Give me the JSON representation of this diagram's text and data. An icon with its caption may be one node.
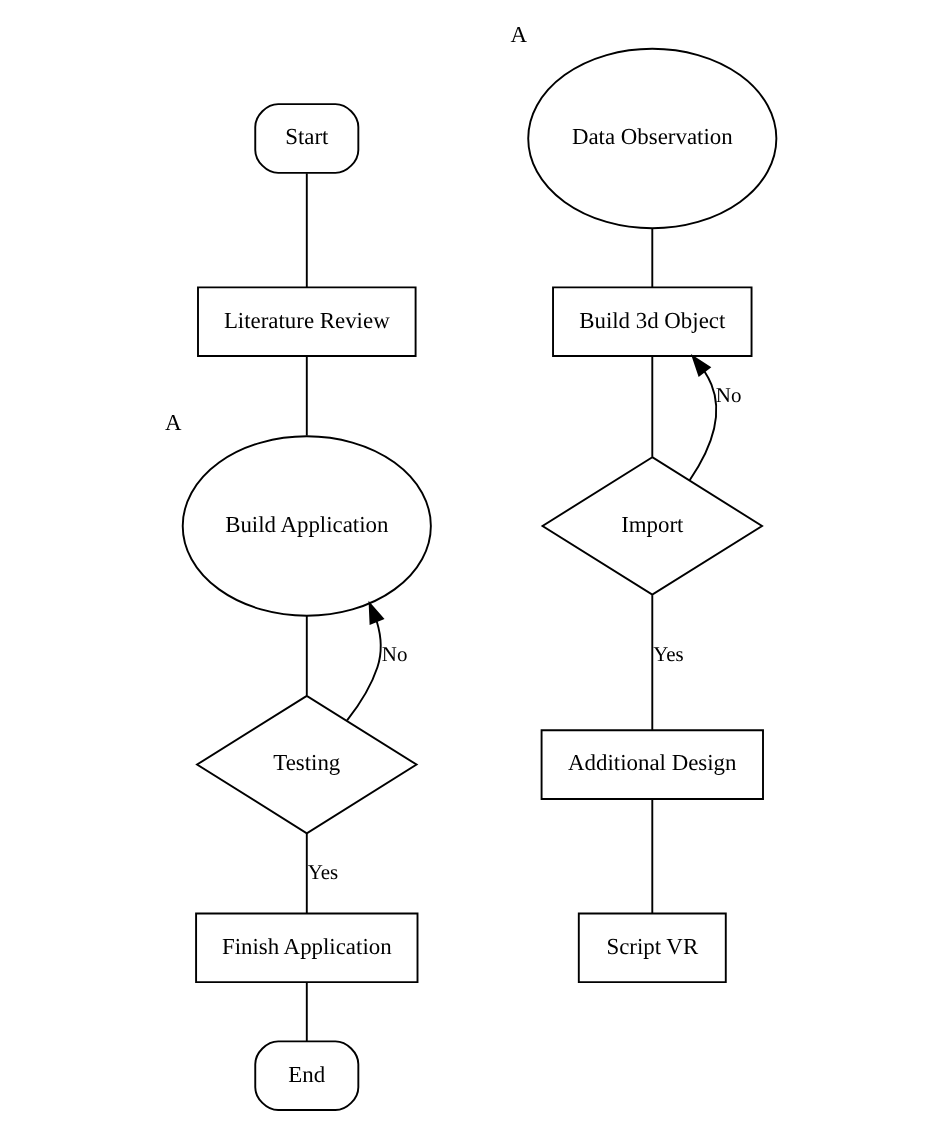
{
  "diagram": {
    "nodes": [
      {
        "text": [
          "Start"
        ]
      },
      {
        "text": [
          "Literature Review"
        ]
      },
      {
        "text": [
          "Build Application"
        ],
        "beside": [
          "A"
        ]
      },
      {
        "text": [
          "Testing"
        ]
      },
      {
        "text": [
          "Finish Application"
        ]
      },
      {
        "text": [
          "End"
        ]
      },
      {
        "text": [
          "Data Observation"
        ],
        "beside": [
          "A"
        ]
      },
      {
        "text": [
          "Build 3d Object"
        ]
      },
      {
        "text": [
          "Import"
        ]
      },
      {
        "text": [
          "Additional Design"
        ]
      },
      {
        "text": [
          "Script VR"
        ]
      }
    ],
    "edges": [
      {
        "from": 0,
        "to": 1,
        "arrow": "none"
      },
      {
        "from": 1,
        "to": 2,
        "arrow": "none"
      },
      {
        "from": 2,
        "to": 3,
        "arrow": "none"
      },
      {
        "from": 3,
        "to": 2,
        "arrow": "to",
        "label": "No"
      },
      {
        "from": 3,
        "to": 4,
        "arrow": "none",
        "label": "Yes"
      },
      {
        "from": 4,
        "to": 5,
        "arrow": "none"
      },
      {
        "from": 6,
        "to": 7,
        "arrow": "none"
      },
      {
        "from": 7,
        "to": 8,
        "arrow": "none"
      },
      {
        "from": 8,
        "to": 7,
        "arrow": "to",
        "label": "No"
      },
      {
        "from": 8,
        "to": 9,
        "arrow": "none",
        "label": "Yes"
      },
      {
        "from": 9,
        "to": 10,
        "arrow": "none"
      }
    ]
  }
}
